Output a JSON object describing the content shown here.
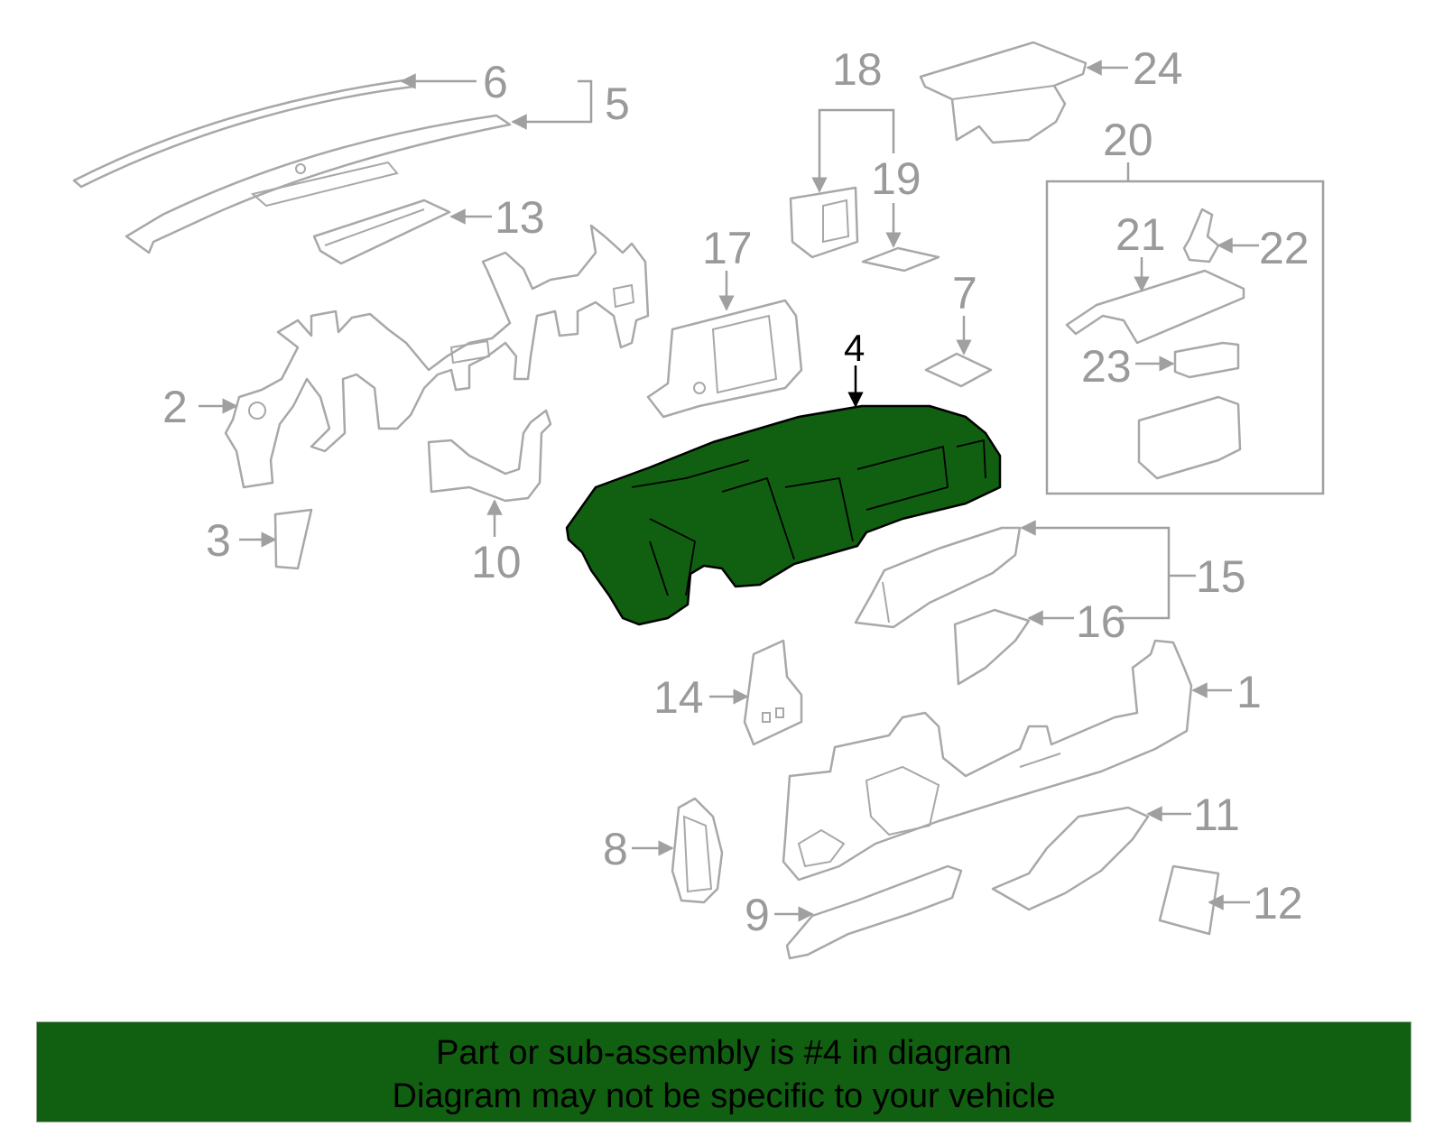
{
  "diagram": {
    "highlight_color": "#116011",
    "line_color": "#a8a8a8",
    "active_part": "4",
    "callouts": [
      "1",
      "2",
      "3",
      "4",
      "5",
      "6",
      "7",
      "8",
      "9",
      "10",
      "11",
      "12",
      "13",
      "14",
      "15",
      "16",
      "17",
      "18",
      "19",
      "20",
      "21",
      "22",
      "23",
      "24"
    ]
  },
  "banner": {
    "background": "#116011",
    "line1": "Part or sub-assembly is #4 in diagram",
    "line2": "Diagram may not be specific to your vehicle"
  }
}
